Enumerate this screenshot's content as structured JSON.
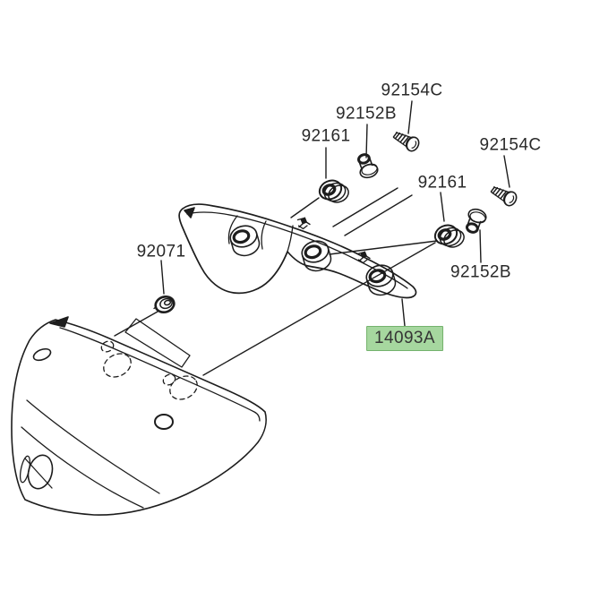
{
  "diagram": {
    "type": "exploded-parts-diagram",
    "background_color": "#ffffff",
    "line_color": "#1d1d1d",
    "callouts": {
      "screw_top": {
        "label": "92154C"
      },
      "collar_top": {
        "label": "92152B"
      },
      "grommet_left": {
        "label": "92161"
      },
      "screw_right": {
        "label": "92154C"
      },
      "grommet_right": {
        "label": "92161"
      },
      "collar_right": {
        "label": "92152B"
      },
      "rivet": {
        "label": "92071"
      },
      "cover": {
        "label": "14093A",
        "highlighted": true
      }
    },
    "highlight": {
      "fill": "#a6d79f",
      "border": "#74b36d",
      "text_color": "#353535"
    }
  }
}
